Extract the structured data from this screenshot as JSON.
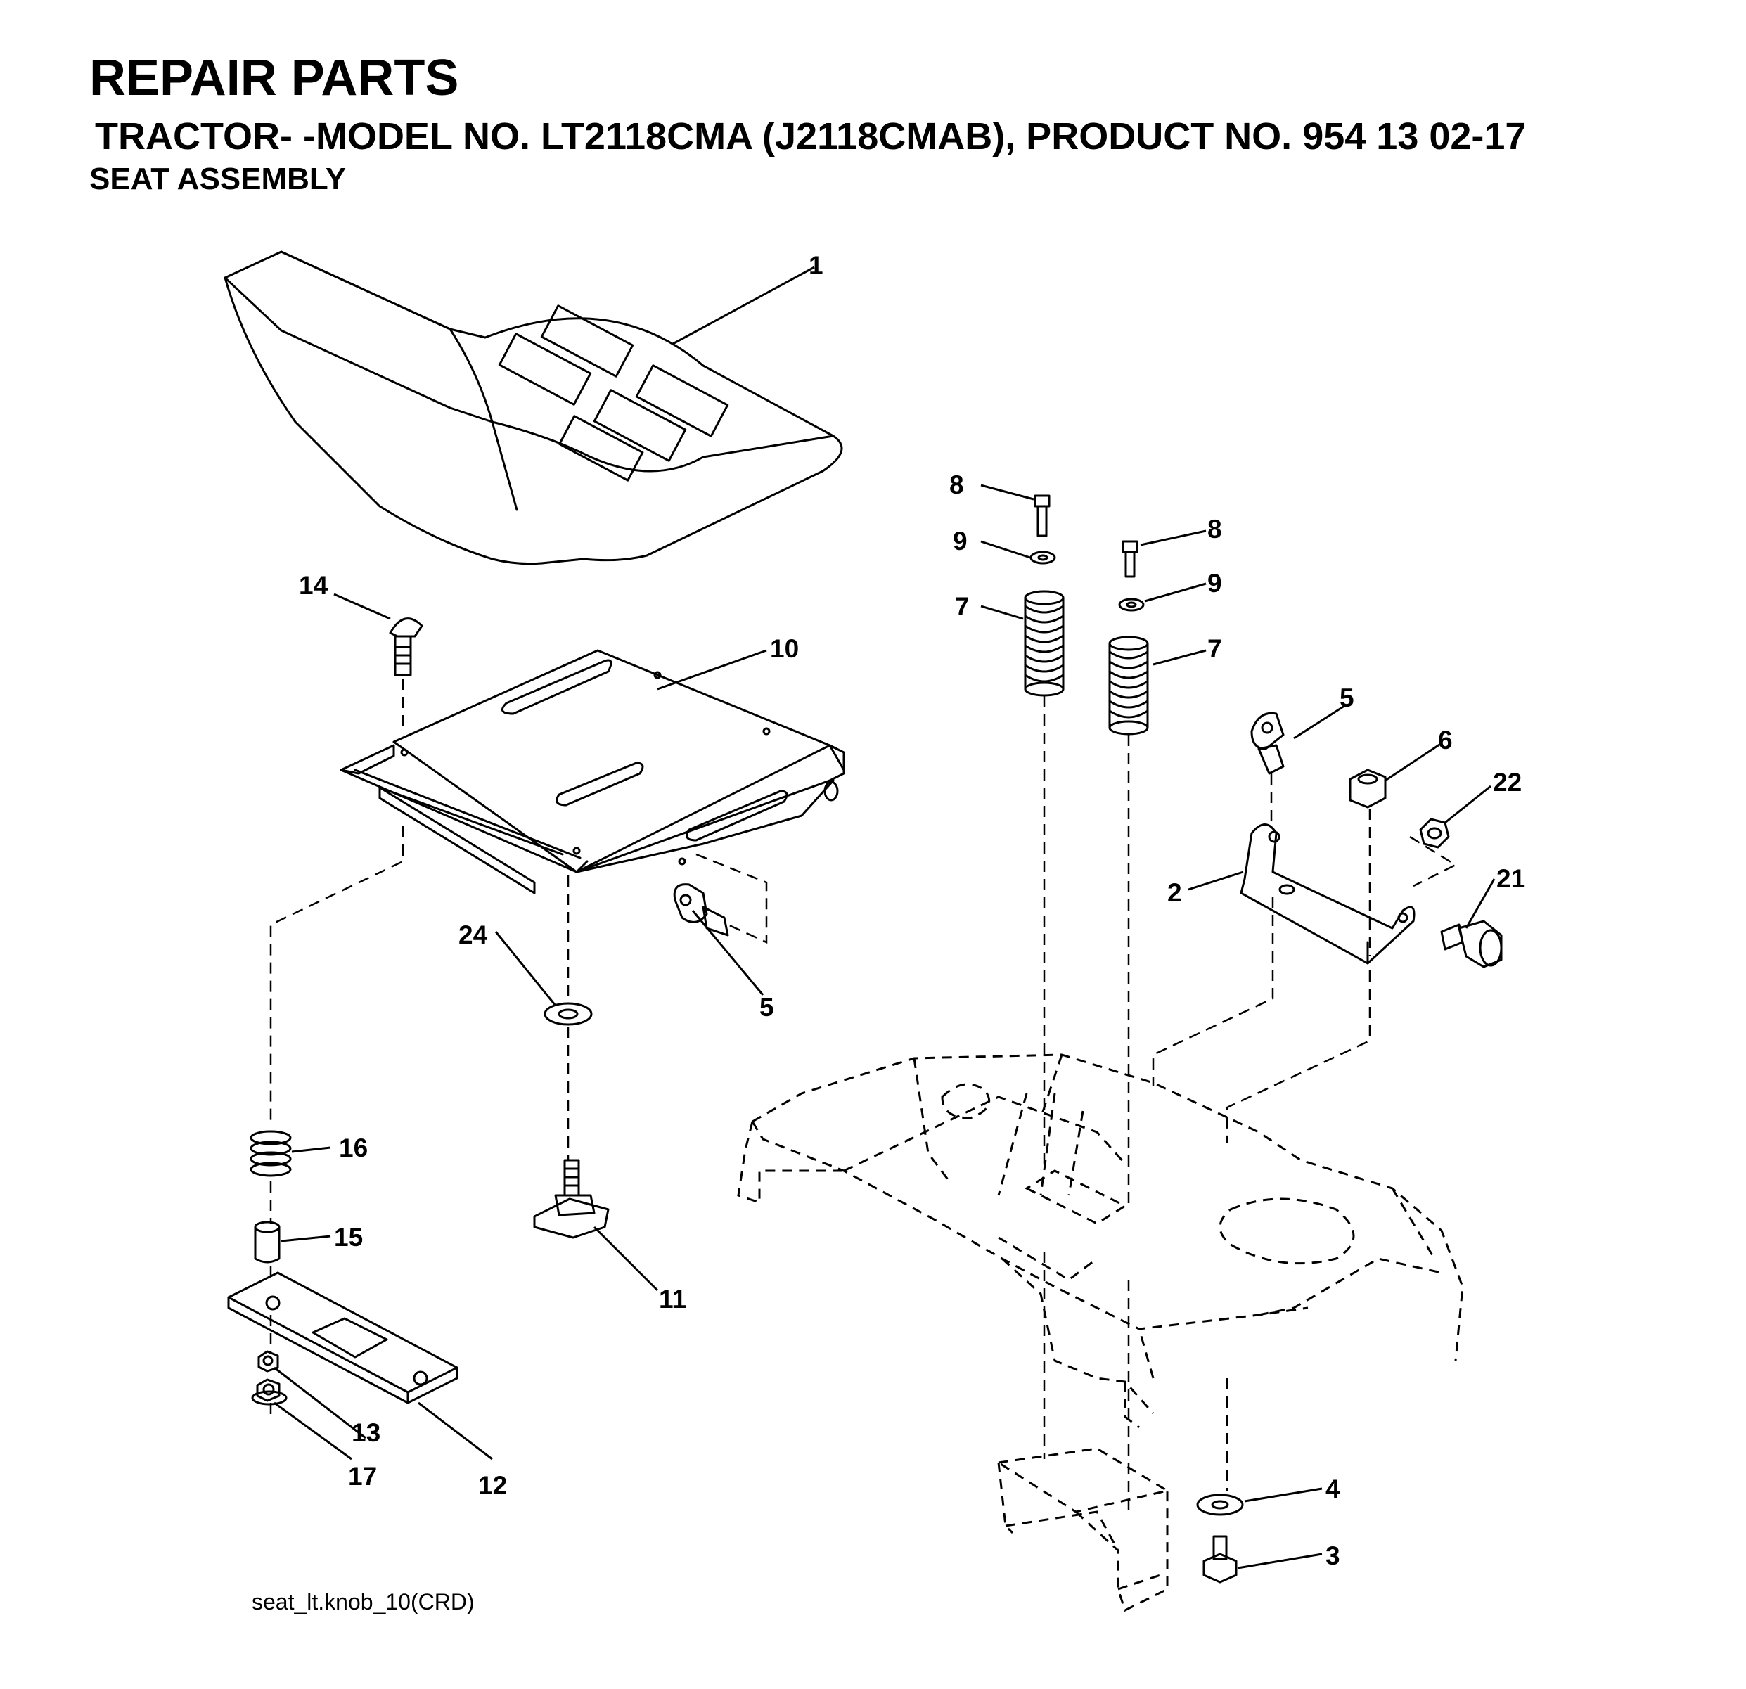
{
  "header": {
    "title": "REPAIR PARTS",
    "subtitle": "TRACTOR- -MODEL NO. LT2118CMA (J2118CMAB), PRODUCT NO. 954 13 02-17",
    "section": "SEAT ASSEMBLY"
  },
  "footer": {
    "drawing_ref": "seat_lt.knob_10(CRD)"
  },
  "callouts": [
    {
      "id": "c1",
      "label": "1"
    },
    {
      "id": "c2",
      "label": "2"
    },
    {
      "id": "c3",
      "label": "3"
    },
    {
      "id": "c4",
      "label": "4"
    },
    {
      "id": "c5a",
      "label": "5"
    },
    {
      "id": "c5b",
      "label": "5"
    },
    {
      "id": "c6",
      "label": "6"
    },
    {
      "id": "c7a",
      "label": "7"
    },
    {
      "id": "c7b",
      "label": "7"
    },
    {
      "id": "c8a",
      "label": "8"
    },
    {
      "id": "c8b",
      "label": "8"
    },
    {
      "id": "c9a",
      "label": "9"
    },
    {
      "id": "c9b",
      "label": "9"
    },
    {
      "id": "c10",
      "label": "10"
    },
    {
      "id": "c11",
      "label": "11"
    },
    {
      "id": "c12",
      "label": "12"
    },
    {
      "id": "c13",
      "label": "13"
    },
    {
      "id": "c14",
      "label": "14"
    },
    {
      "id": "c15",
      "label": "15"
    },
    {
      "id": "c16",
      "label": "16"
    },
    {
      "id": "c17",
      "label": "17"
    },
    {
      "id": "c21",
      "label": "21"
    },
    {
      "id": "c22",
      "label": "22"
    },
    {
      "id": "c24",
      "label": "24"
    }
  ]
}
